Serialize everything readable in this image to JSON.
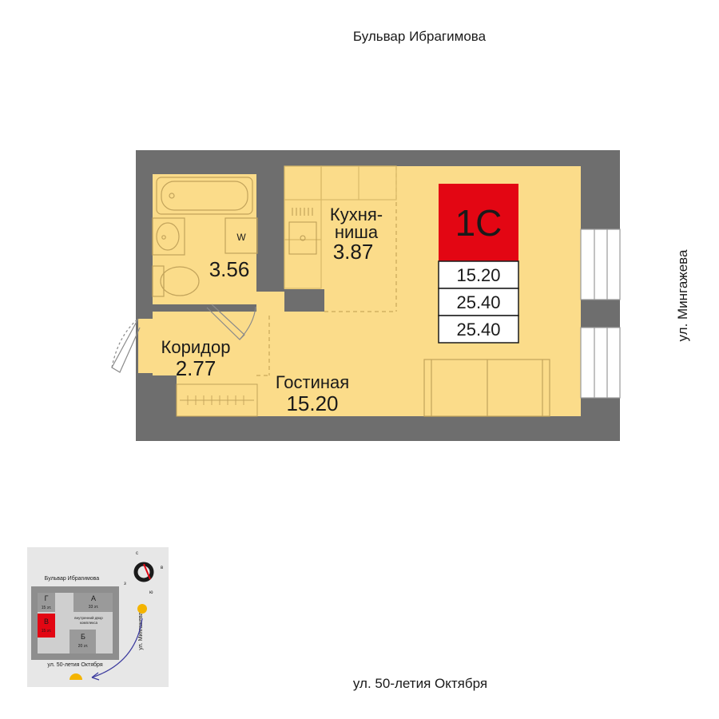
{
  "streets": {
    "top": "Бульвар Ибрагимова",
    "right": "ул. Мингажева",
    "bottom": "ул. 50-летия Октября"
  },
  "rooms": {
    "bathroom": {
      "area": "3.56",
      "washer_mark": "W"
    },
    "kitchen": {
      "name_line1": "Кухня-",
      "name_line2": "ниша",
      "area": "3.87"
    },
    "corridor": {
      "name": "Коридор",
      "area": "2.77"
    },
    "living": {
      "name": "Гостиная",
      "area": "15.20"
    }
  },
  "badge": {
    "type": "1С",
    "areas": [
      "15.20",
      "25.40",
      "25.40"
    ],
    "color": "#e30613"
  },
  "colors": {
    "room_fill": "#fbdc8a",
    "wall": "#6e6e6e",
    "minimap_bg": "#e7e7e7",
    "highlight": "#e30613"
  },
  "minimap": {
    "street_top": "Бульвар Ибрагимова",
    "street_right": "ул. Мингажева",
    "street_bottom": "ул. 50-летия Октября",
    "sections": [
      {
        "letter": "Г",
        "floors": "15 эт."
      },
      {
        "letter": "А",
        "floors": "33 эт."
      },
      {
        "letter": "В",
        "floors": "15 эт."
      },
      {
        "letter": "Б",
        "floors": "20 эт."
      }
    ],
    "courtyard": [
      "внутренний двор",
      "комплекса"
    ],
    "compass": {
      "n": "с",
      "e": "в",
      "s": "ю",
      "w": "з"
    }
  }
}
